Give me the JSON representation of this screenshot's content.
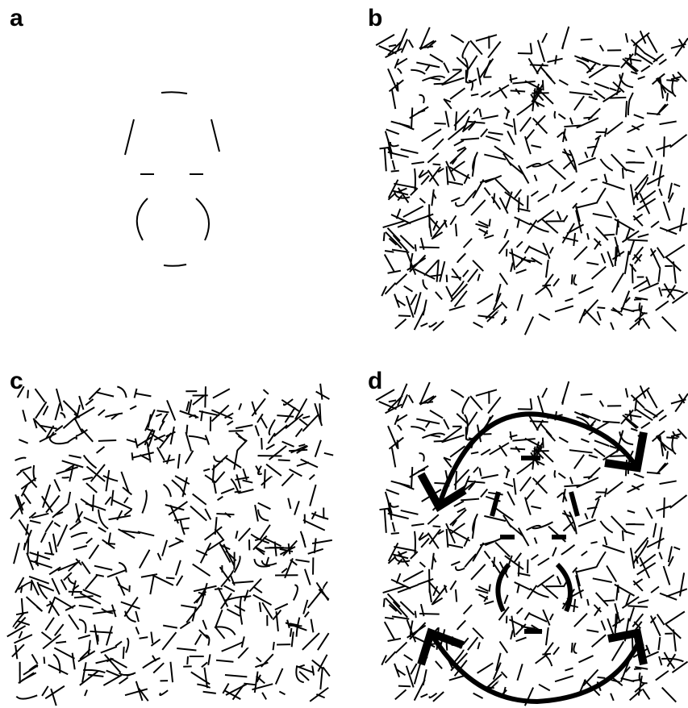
{
  "panels": [
    {
      "label": "a"
    },
    {
      "label": "b"
    },
    {
      "label": "c"
    },
    {
      "label": "d"
    }
  ],
  "colors": {
    "stroke": "#000000",
    "background": "#ffffff"
  }
}
